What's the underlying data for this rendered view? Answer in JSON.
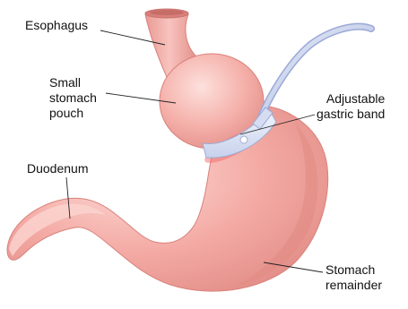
{
  "labels": {
    "esophagus": "Esophagus",
    "pouch": [
      "Small",
      "stomach",
      "pouch"
    ],
    "band": [
      "Adjustable",
      "gastric band"
    ],
    "duodenum": "Duodenum",
    "remainder": [
      "Stomach",
      "remainder"
    ]
  },
  "colors": {
    "stomach_fill": "#f4aaa4",
    "stomach_shade": "#e58f89",
    "band": "#dfe6f8",
    "tube": "#c9d3ee",
    "leader_line": "#222222"
  }
}
